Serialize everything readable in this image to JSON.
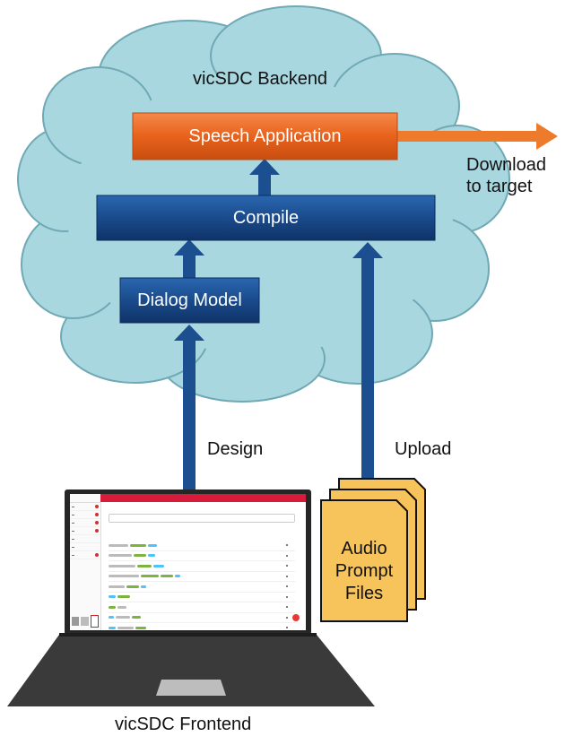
{
  "backend": {
    "title": "vicSDC Backend",
    "speech_application": "Speech Application",
    "compile": "Compile",
    "dialog_model": "Dialog Model"
  },
  "flows": {
    "download": "Download to target",
    "design": "Design",
    "upload": "Upload"
  },
  "audio_files": {
    "label": "Audio Prompt Files"
  },
  "frontend": {
    "title": "vicSDC Frontend"
  },
  "colors": {
    "cloud_fill": "#a9d7df",
    "cloud_stroke": "#6fa9b5",
    "speech_app": "#ea6a22",
    "compile_box": "#1a4b8c",
    "arrow_blue": "#1b4f8f",
    "arrow_orange": "#ee7a2c",
    "file_fill": "#f7c45c",
    "laptop_body": "#3a3a3a",
    "app_header": "#d81b3b"
  }
}
